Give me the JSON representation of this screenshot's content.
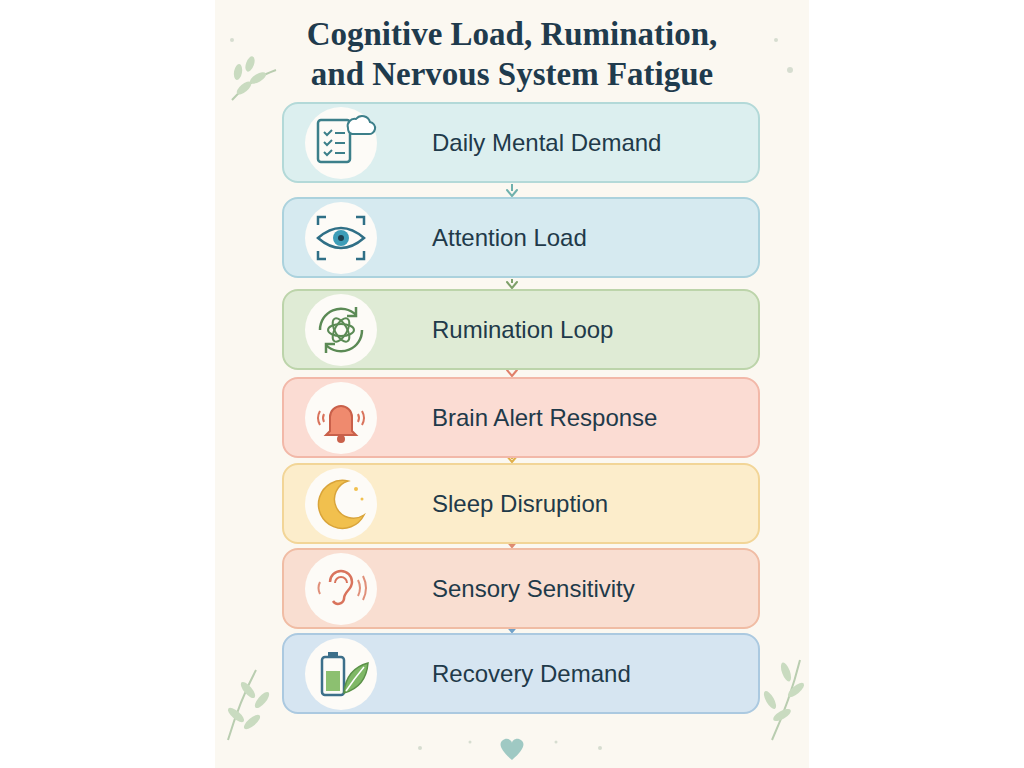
{
  "diagram": {
    "title": "Cognitive Load, Rumination, and Nervous System Fatigue",
    "nodes": [
      {
        "text": [
          "Daily Mental Demand"
        ]
      },
      {
        "text": [
          "Attention Load"
        ]
      },
      {
        "text": [
          "Rumination Loop"
        ]
      },
      {
        "text": [
          "Brain Alert Response"
        ]
      },
      {
        "text": [
          "Sleep Disruption"
        ]
      },
      {
        "text": [
          "Sensory Sensitivity"
        ]
      },
      {
        "text": [
          "Recovery Demand"
        ]
      }
    ],
    "edges": [
      {
        "from": 0,
        "to": 1,
        "arrow": "to"
      },
      {
        "from": 1,
        "to": 2,
        "arrow": "to"
      },
      {
        "from": 2,
        "to": 3,
        "arrow": "to"
      },
      {
        "from": 3,
        "to": 4,
        "arrow": "to"
      },
      {
        "from": 4,
        "to": 5,
        "arrow": "to"
      },
      {
        "from": 5,
        "to": 6,
        "arrow": "to"
      }
    ]
  }
}
